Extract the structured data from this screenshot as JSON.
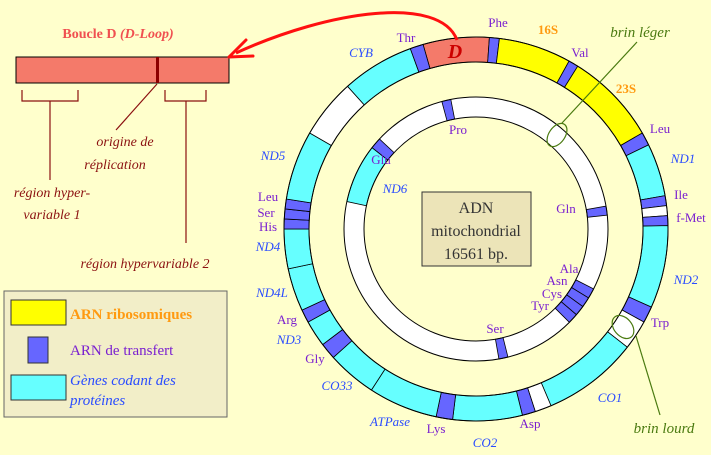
{
  "colors": {
    "background": "#ffffcc",
    "rrna": "#ffff00",
    "trna": "#6666ff",
    "protein": "#66ffff",
    "dloop": "#f47a6a",
    "noncoding": "#ffffff",
    "arrow": "#ff1010",
    "strand_label": "#4a7a10"
  },
  "dloop_panel": {
    "title": "Boucle D",
    "title_italic": "(D-Loop)",
    "origin_label": [
      "origine de",
      "réplication"
    ],
    "hv1_label": [
      "région hyper-",
      "variable 1"
    ],
    "hv2_label": "région hypervariable 2"
  },
  "center_box": {
    "lines": [
      "ADN",
      "mitochondrial",
      "16561 bp."
    ]
  },
  "strands": {
    "light": "brin léger",
    "heavy": "brin lourd"
  },
  "legend": {
    "items": [
      {
        "label": "ARN ribosomiques",
        "type": "rrna"
      },
      {
        "label": "ARN de transfert",
        "type": "trna"
      },
      {
        "label": "Gènes codant des",
        "label2": "protéines",
        "type": "protein"
      }
    ]
  },
  "outer_ring": [
    {
      "name": "D",
      "type": "dloop"
    },
    {
      "name": "Phe",
      "type": "trna"
    },
    {
      "name": "16S",
      "type": "rrna"
    },
    {
      "name": "Val",
      "type": "trna"
    },
    {
      "name": "23S",
      "type": "rrna"
    },
    {
      "name": "Leu",
      "type": "trna"
    },
    {
      "name": "ND1",
      "type": "protein"
    },
    {
      "name": "Ile",
      "type": "trna"
    },
    {
      "name": "",
      "type": "noncoding"
    },
    {
      "name": "f-Met",
      "type": "trna"
    },
    {
      "name": "ND2",
      "type": "protein"
    },
    {
      "name": "Trp",
      "type": "trna"
    },
    {
      "name": "",
      "type": "noncoding"
    },
    {
      "name": "CO1",
      "type": "protein"
    },
    {
      "name": "",
      "type": "noncoding"
    },
    {
      "name": "Asp",
      "type": "trna"
    },
    {
      "name": "CO2",
      "type": "protein"
    },
    {
      "name": "Lys",
      "type": "trna"
    },
    {
      "name": "ATPase",
      "type": "protein"
    },
    {
      "name": "CO33",
      "type": "protein"
    },
    {
      "name": "Gly",
      "type": "trna"
    },
    {
      "name": "ND3",
      "type": "protein"
    },
    {
      "name": "Arg",
      "type": "trna"
    },
    {
      "name": "ND4L",
      "type": "protein"
    },
    {
      "name": "ND4",
      "type": "protein"
    },
    {
      "name": "His",
      "type": "trna"
    },
    {
      "name": "Ser",
      "type": "trna"
    },
    {
      "name": "Leu",
      "type": "trna"
    },
    {
      "name": "ND5",
      "type": "protein"
    },
    {
      "name": "",
      "type": "noncoding"
    },
    {
      "name": "CYB",
      "type": "protein"
    },
    {
      "name": "Thr",
      "type": "trna"
    }
  ],
  "inner_ring": [
    {
      "name": "Pro",
      "type": "trna"
    },
    {
      "name": "Glu",
      "type": "trna"
    },
    {
      "name": "ND6",
      "type": "protein"
    },
    {
      "name": "Gln",
      "type": "trna"
    },
    {
      "name": "Ala",
      "type": "trna"
    },
    {
      "name": "Asn",
      "type": "trna"
    },
    {
      "name": "Cys",
      "type": "trna"
    },
    {
      "name": "Tyr",
      "type": "trna"
    },
    {
      "name": "Ser",
      "type": "trna"
    }
  ]
}
